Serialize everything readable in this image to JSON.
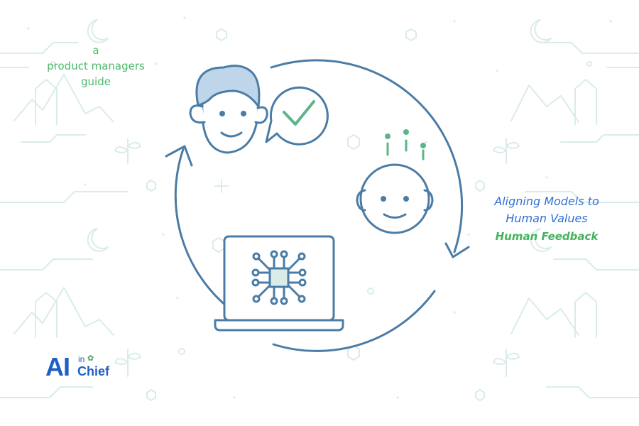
{
  "tagline": {
    "line1": "a",
    "line2": "product managers",
    "line3": "guide"
  },
  "title": {
    "line1": "Aligning Models to",
    "line2": "Human Values",
    "subtitle": "Human Feedback"
  },
  "logo": {
    "ai": "AI",
    "in": "in",
    "chief": "Chief"
  },
  "colors": {
    "outline": "#4a7ca6",
    "check": "#5bb58a",
    "tagline": "#4cb96a",
    "title": "#2f6fd6",
    "subtitle": "#44b35b",
    "logo": "#1f5fc4",
    "background_motif": "#d6ebe9"
  },
  "icons": [
    "human-face-icon",
    "speech-bubble-check-icon",
    "robot-head-icon",
    "laptop-neural-chip-icon",
    "cycle-arrows-icon"
  ]
}
